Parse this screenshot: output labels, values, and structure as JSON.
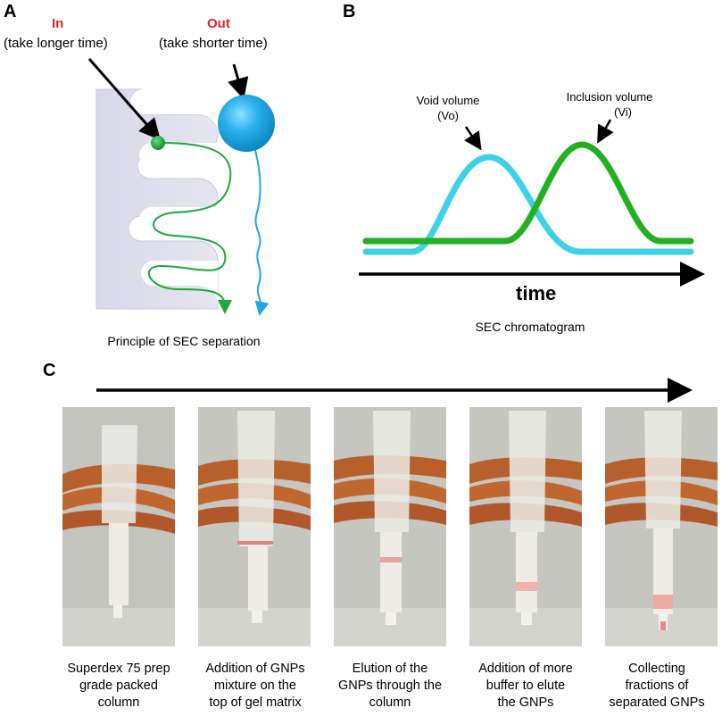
{
  "panels": {
    "a": {
      "letter": "A",
      "in_label": "In",
      "in_sub": "(take longer time)",
      "out_label": "Out",
      "out_sub": "(take shorter time)",
      "caption": "Principle of SEC separation"
    },
    "b": {
      "letter": "B",
      "void_label_1": "Void volume",
      "void_label_2": "(Vo)",
      "inclusion_label_1": "Inclusion volume",
      "inclusion_label_2": "(Vi)",
      "axis_label": "time",
      "caption": "SEC chromatogram"
    },
    "c": {
      "letter": "C",
      "steps": [
        {
          "line1": "Superdex 75 prep",
          "line2": "grade packed",
          "line3": "column"
        },
        {
          "line1": "Addition of GNPs",
          "line2": "mixture on the",
          "line3": "top of gel matrix"
        },
        {
          "line1": "Elution of the",
          "line2": "GNPs through the",
          "line3": "column"
        },
        {
          "line1": "Addition of more",
          "line2": "buffer to elute",
          "line3": "the GNPs"
        },
        {
          "line1": "Collecting",
          "line2": "fractions of",
          "line3": "separated GNPs"
        }
      ]
    }
  },
  "colors": {
    "red_label": "#e8202a",
    "small_particle": "#1fa83a",
    "large_particle": "#1ea7e6",
    "void_peak": "#3dd0e8",
    "inclusion_peak": "#22b022",
    "bead": "#dcdcec",
    "tube": "#c0622e"
  }
}
